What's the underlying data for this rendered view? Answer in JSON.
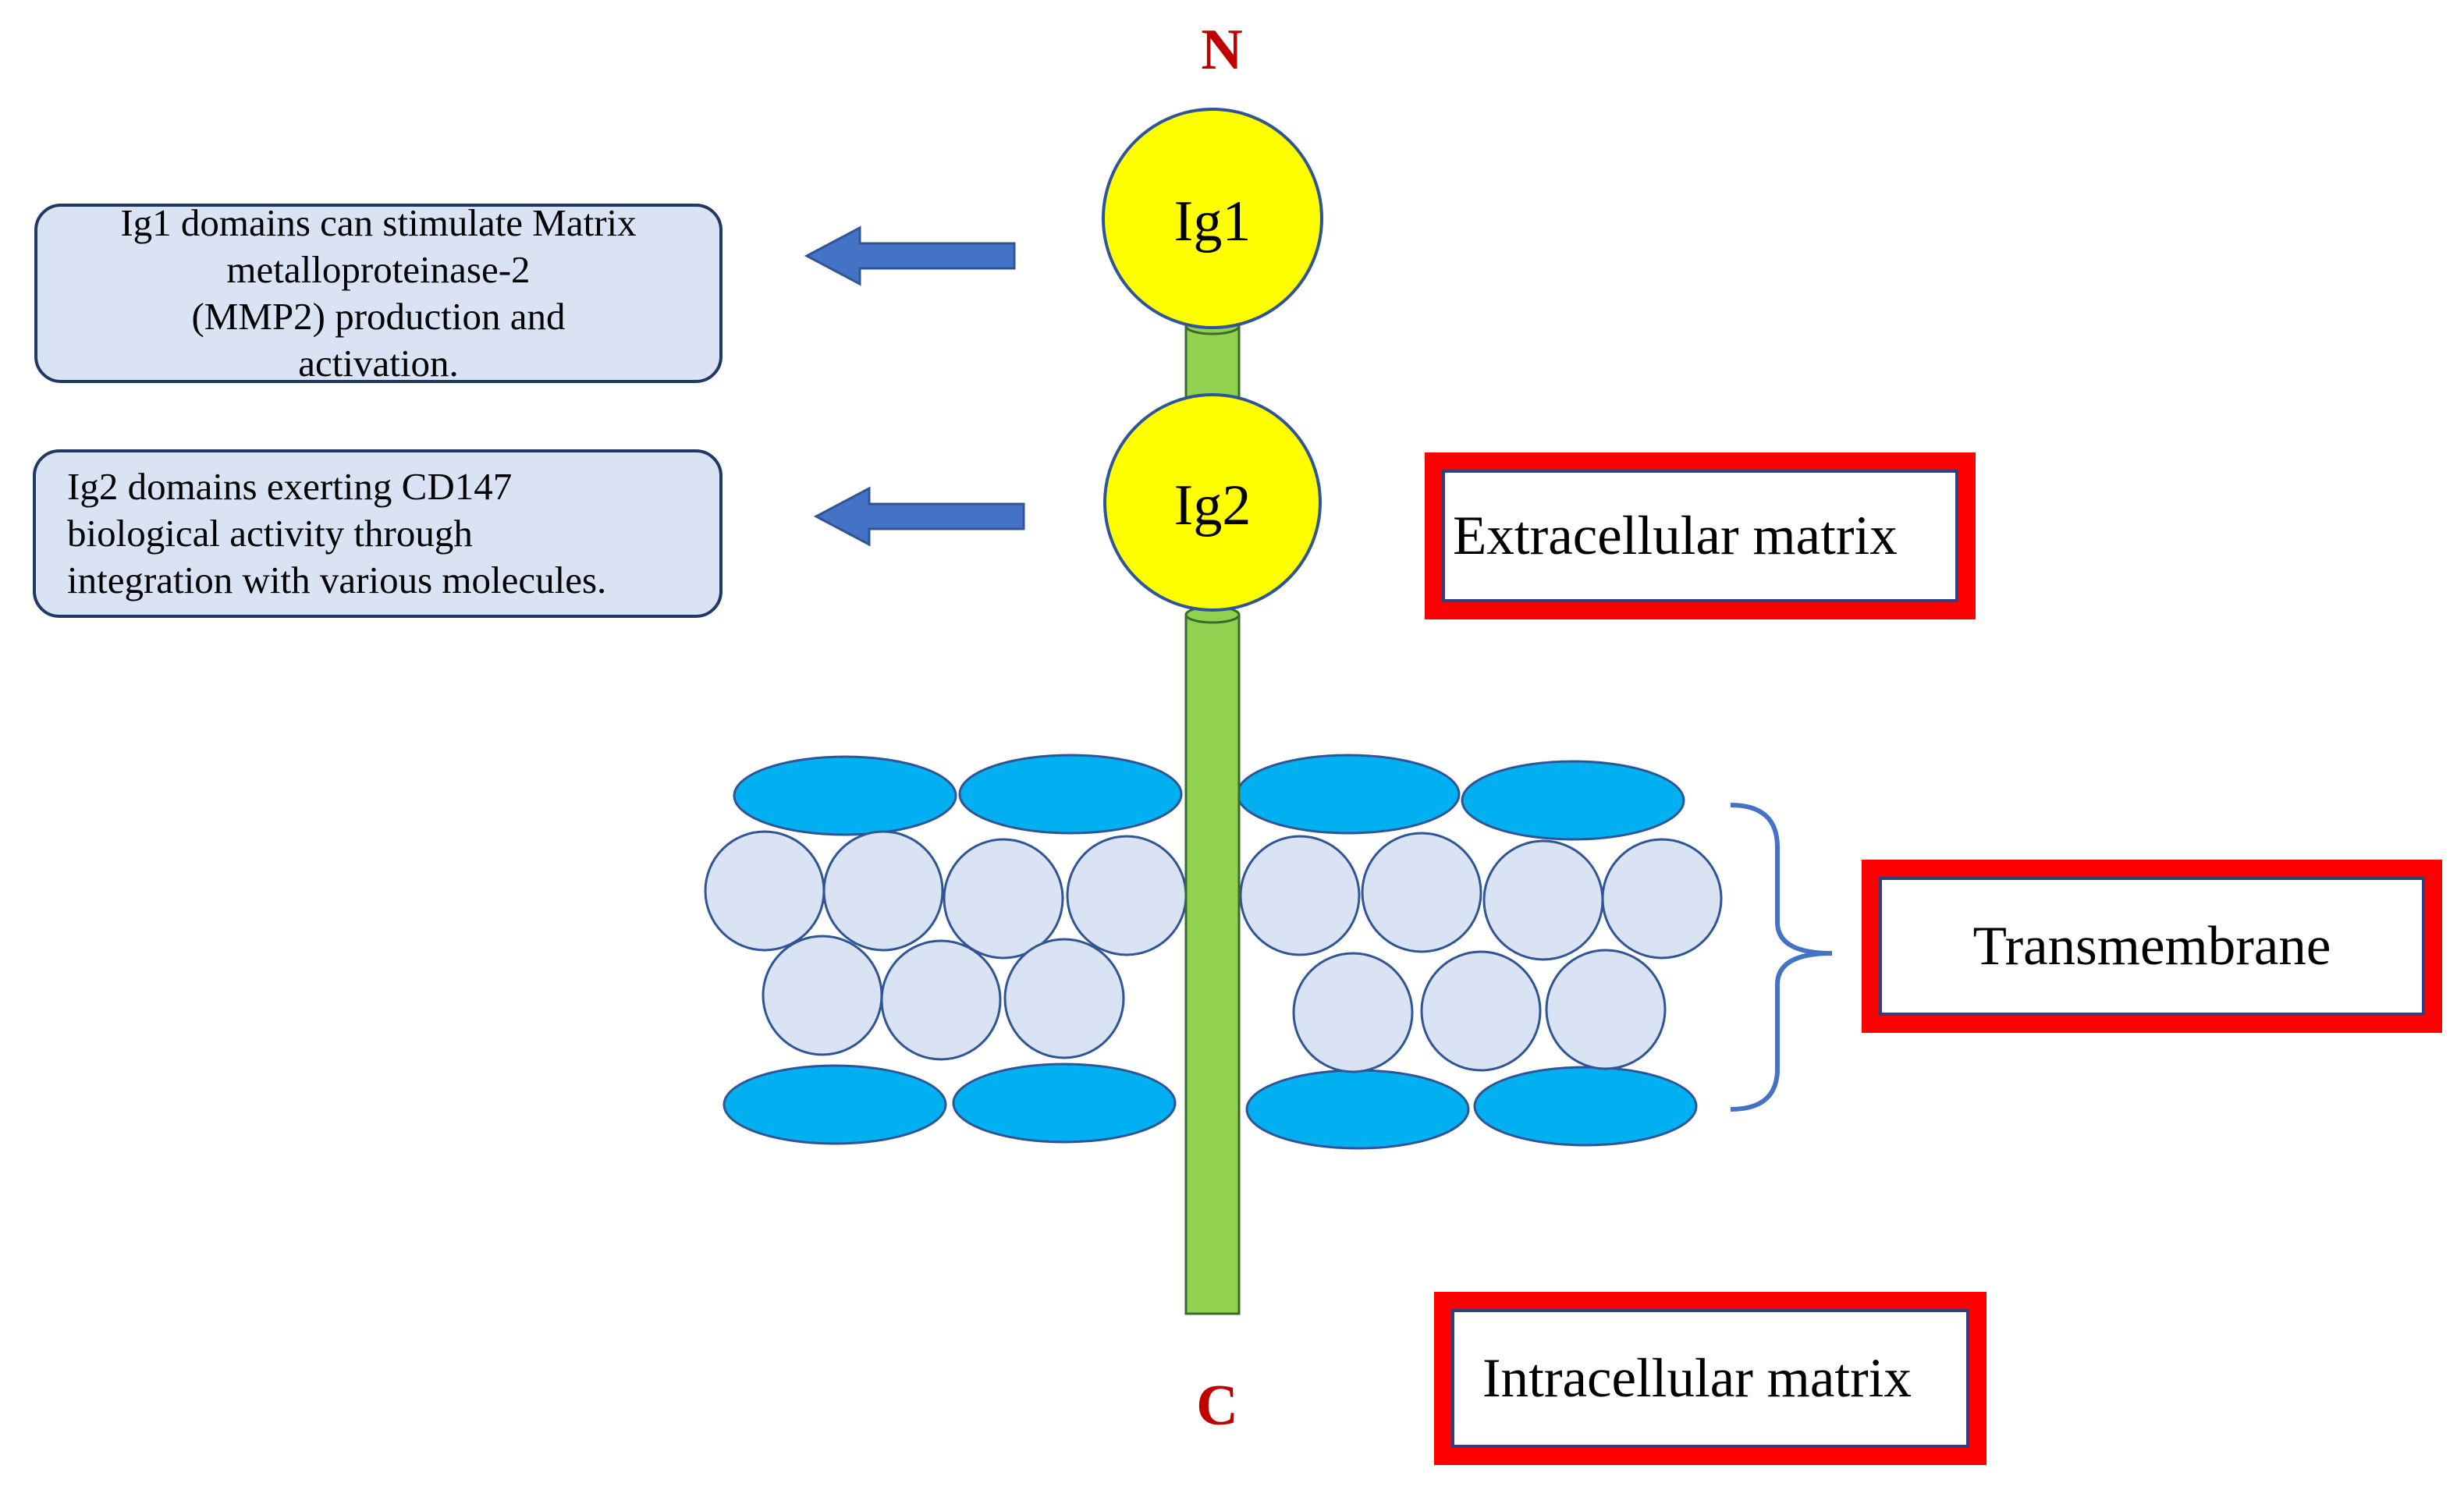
{
  "terminals": {
    "n": "N",
    "c": "C"
  },
  "domains": {
    "ig1": "Ig1",
    "ig2": "Ig2"
  },
  "notes": {
    "ig1": "Ig1 domains can stimulate Matrix\nmetalloproteinase-2\n(MMP2)  production and\nactivation.",
    "ig2": "Ig2 domains exerting CD147\nbiological activity through\nintegration with various molecules."
  },
  "regions": {
    "extracellular": "Extracellular matrix",
    "transmembrane": "Transmembrane",
    "intracellular": "Intracellular matrix"
  },
  "colors": {
    "terminal_text": "#c00000",
    "ig_fill": "#ffff00",
    "stalk_fill": "#92d050",
    "head_fill": "#00b0f0",
    "tail_fill": "#dae3f3",
    "arrow_fill": "#4472c4",
    "region_border": "#ff0000",
    "note_fill": "#dae3f3"
  }
}
